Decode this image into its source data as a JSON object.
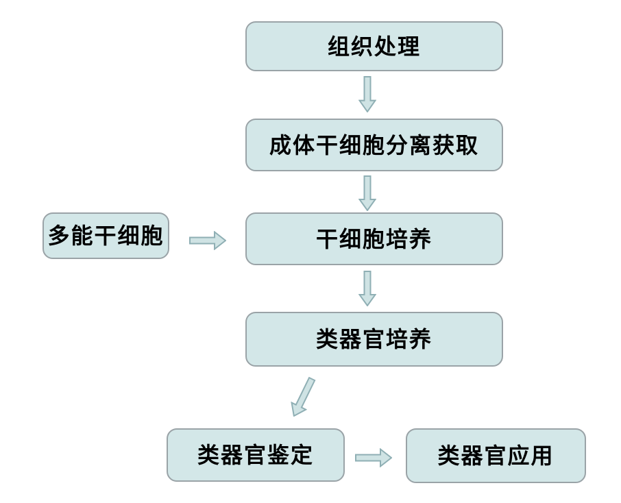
{
  "flowchart": {
    "background": "#ffffff",
    "colors": {
      "node_fill": "#d3e7e8",
      "node_border": "#9aa3a7",
      "arrow_fill": "#cfe3e4",
      "arrow_stroke": "#8fafb4",
      "text": "#000000"
    },
    "nodes": [
      {
        "id": "tissue-processing",
        "label": "组织处理"
      },
      {
        "id": "adult-stem-cell-isolation",
        "label": "成体干细胞分离获取"
      },
      {
        "id": "pluripotent-stem-cell",
        "label": "多能干细胞"
      },
      {
        "id": "stem-cell-culture",
        "label": "干细胞培养"
      },
      {
        "id": "organoid-culture",
        "label": "类器官培养"
      },
      {
        "id": "organoid-identification",
        "label": "类器官鉴定"
      },
      {
        "id": "organoid-application",
        "label": "类器官应用"
      }
    ],
    "edges": [
      {
        "from": "组织处理",
        "to": "成体干细胞分离获取",
        "direction": "down"
      },
      {
        "from": "成体干细胞分离获取",
        "to": "干细胞培养",
        "direction": "down"
      },
      {
        "from": "多能干细胞",
        "to": "干细胞培养",
        "direction": "right"
      },
      {
        "from": "干细胞培养",
        "to": "类器官培养",
        "direction": "down"
      },
      {
        "from": "类器官培养",
        "to": "类器官鉴定",
        "direction": "down-left"
      },
      {
        "from": "类器官鉴定",
        "to": "类器官应用",
        "direction": "right"
      }
    ]
  }
}
